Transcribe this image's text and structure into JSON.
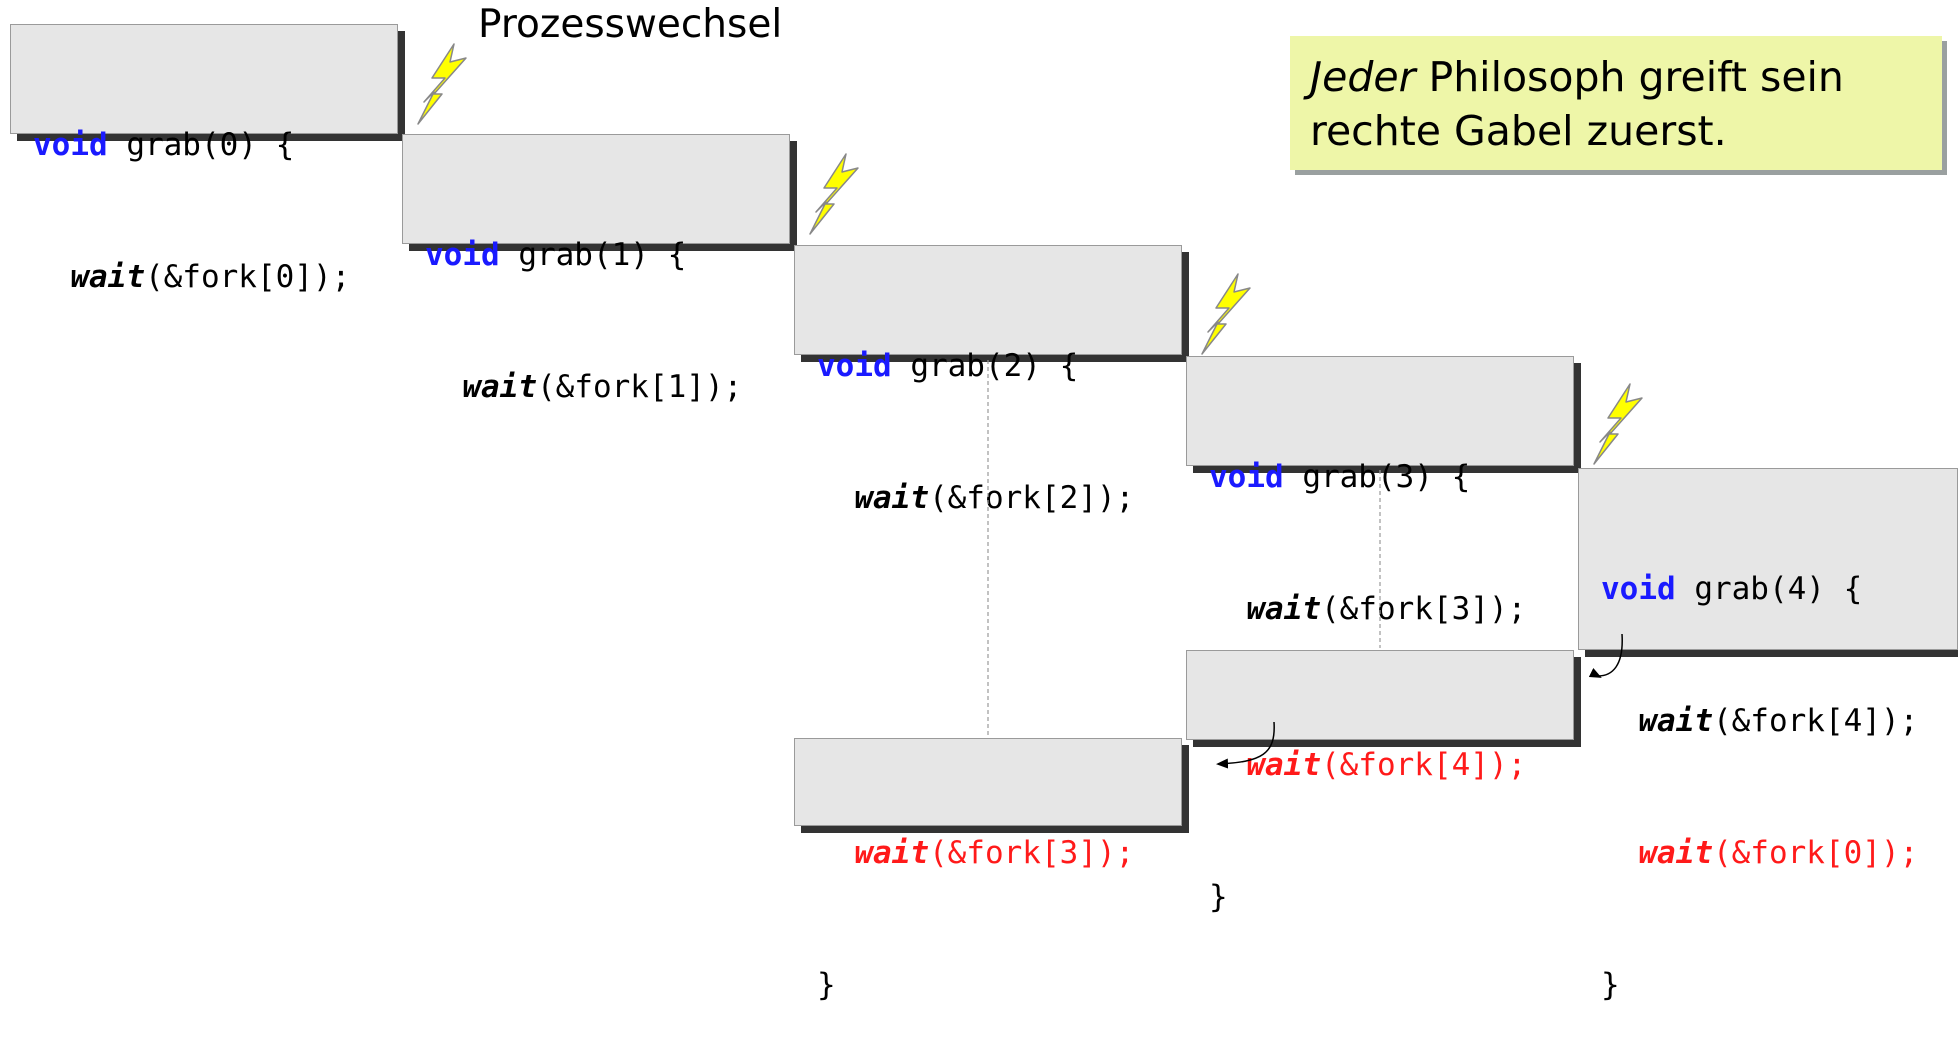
{
  "label": {
    "context_switch": "Prozesswechsel"
  },
  "note": {
    "em": "Jeder",
    "line1_rest": " Philosoph greift sein",
    "line2": "rechte Gabel zuerst."
  },
  "code": {
    "kw_void": "void",
    "kw_wait": "wait",
    "grab": [
      {
        "sig": " grab(0) {",
        "wait_arg": "(&fork[0]);"
      },
      {
        "sig": " grab(1) {",
        "wait_arg": "(&fork[1]);"
      },
      {
        "sig": " grab(2) {",
        "wait_arg": "(&fork[2]);"
      },
      {
        "sig": " grab(3) {",
        "wait_arg": "(&fork[3]);"
      },
      {
        "sig": " grab(4) {",
        "wait_arg": "(&fork[4]);"
      }
    ],
    "grab4_second_wait_arg": "(&fork[0]);",
    "resume_box3_wait_arg": "(&fork[4]);",
    "resume_box2_wait_arg": "(&fork[3]);",
    "close_brace": "}"
  },
  "colors": {
    "keyword": "#1a1aff",
    "blocked_wait": "#ff1a1a",
    "box_bg": "#e6e6e6",
    "note_bg": "#eef6a8",
    "bolt": "#ffff00"
  }
}
